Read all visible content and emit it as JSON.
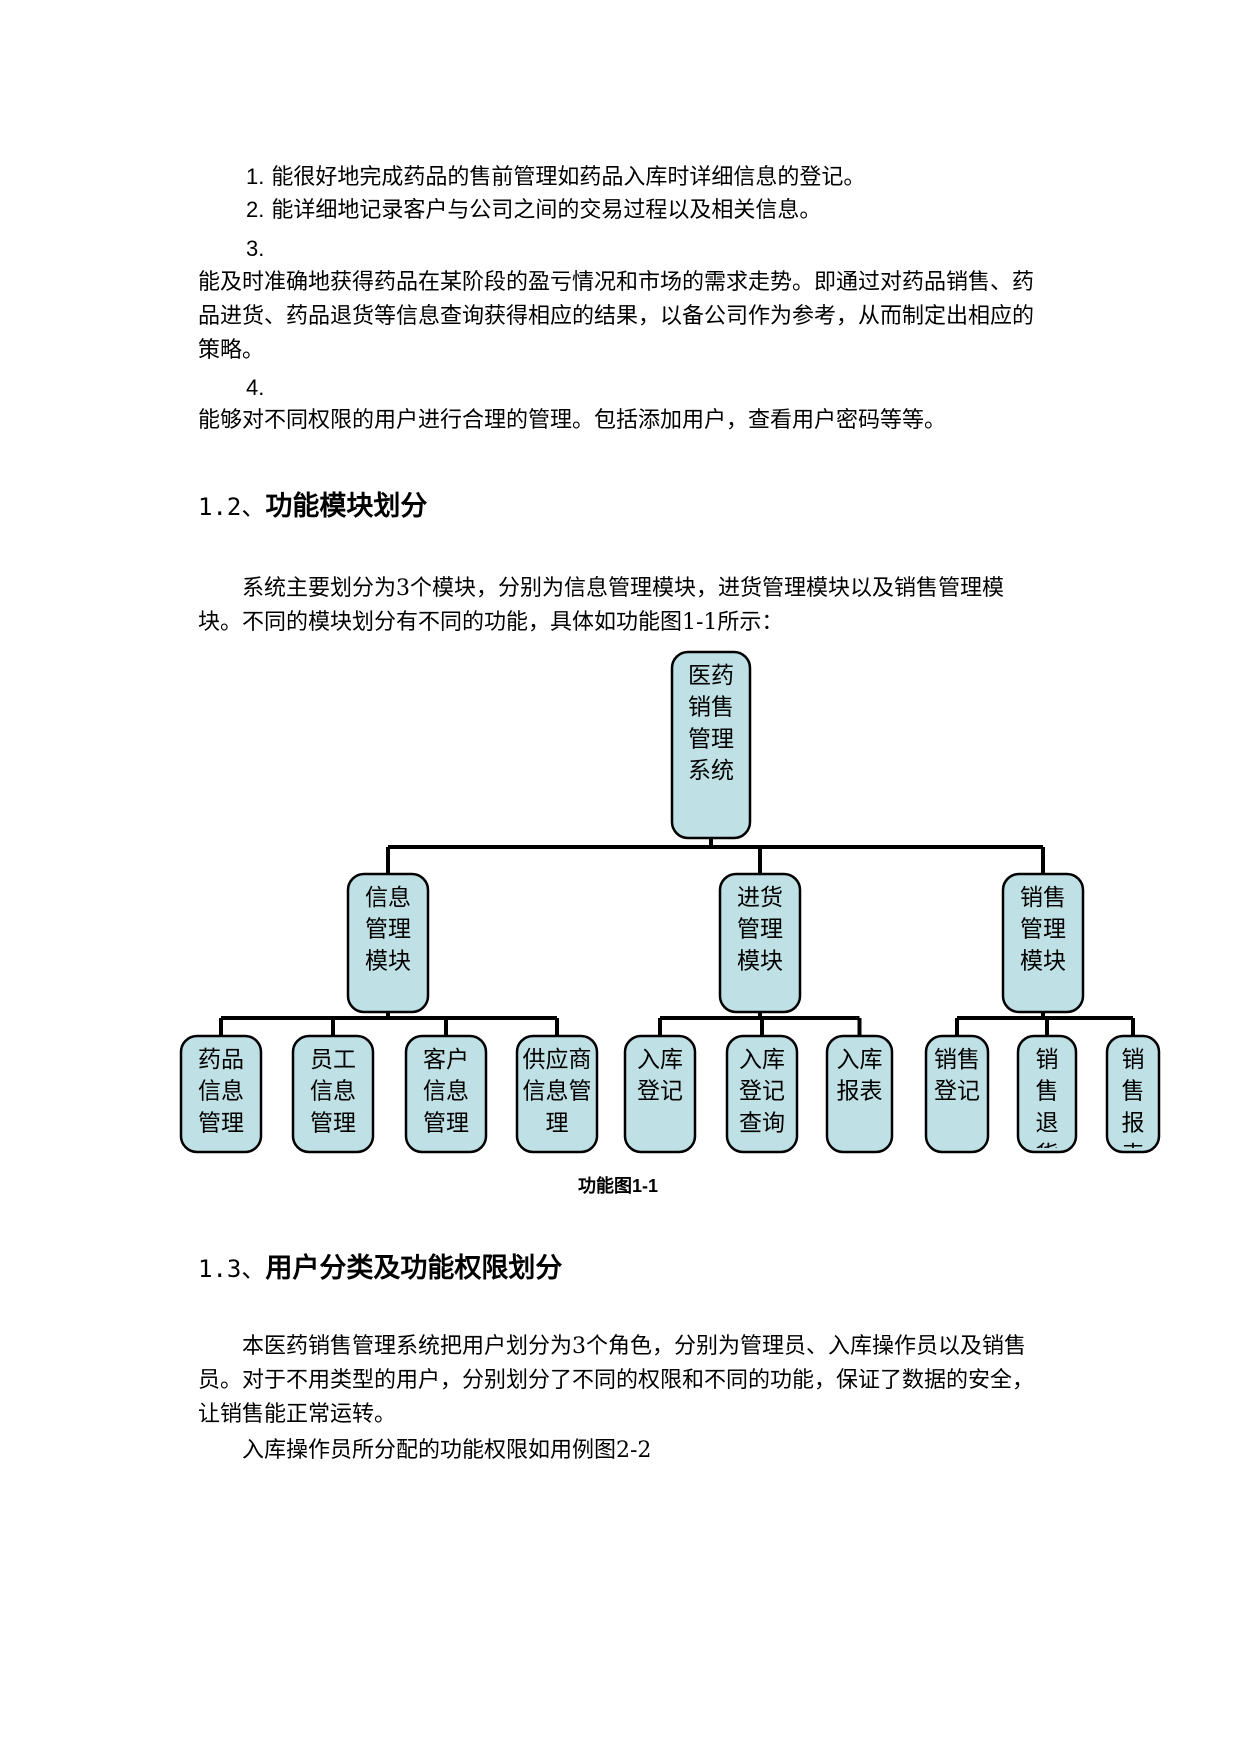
{
  "list_items": [
    {
      "num": "1.",
      "text": "能很好地完成药品的售前管理如药品入库时详细信息的登记。"
    },
    {
      "num": "2.",
      "text": "能详细地记录客户与公司之间的交易过程以及相关信息。"
    },
    {
      "num": "3.",
      "text": "能及时准确地获得药品在某阶段的盈亏情况和市场的需求走势。即通过对药品销售、药品进货、药品退货等信息查询获得相应的结果，以备公司作为参考，从而制定出相应的策略。"
    },
    {
      "num": "4.",
      "text": "能够对不同权限的用户进行合理的管理。包括添加用户，查看用户密码等等。"
    }
  ],
  "section_1_2": {
    "number": "1.2、",
    "title": "功能模块划分",
    "paragraph": "系统主要划分为3个模块，分别为信息管理模块，进货管理模块以及销售管理模块。不同的模块划分有不同的功能，具体如功能图1-1所示："
  },
  "diagram": {
    "root": "医药销售管理系统",
    "modules": [
      "信息管理模块",
      "进货管理模块",
      "销售管理模块"
    ],
    "leaves": [
      "药品信息管理",
      "员工信息管理",
      "客户信息管理",
      "供应商信息管理",
      "入库登记",
      "入库登记查询",
      "入库报表",
      "销售登记",
      "销售退货",
      "销售报表"
    ],
    "caption": "功能图1-1",
    "fill_color": "#bfe0e4",
    "stroke_color": "#000000"
  },
  "section_1_3": {
    "number": "1.3、",
    "title": "用户分类及功能权限划分",
    "paragraph": "本医药销售管理系统把用户划分为3个角色，分别为管理员、入库操作员以及销售员。对于不用类型的用户，分别划分了不同的权限和不同的功能，保证了数据的安全，让销售能正常运转。",
    "note": "入库操作员所分配的功能权限如用例图2-2"
  }
}
